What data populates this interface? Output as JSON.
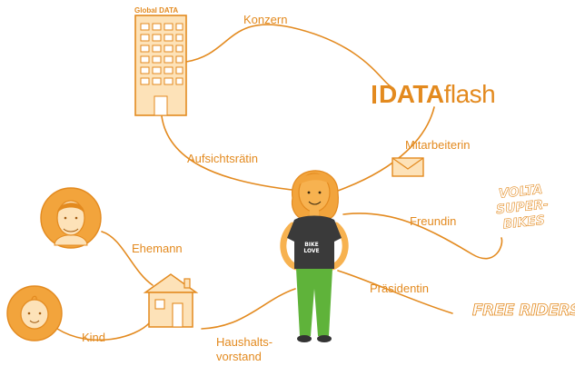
{
  "colors": {
    "accent": "#e38a1f",
    "light_fill": "#fde2b8",
    "face_fill": "#f7b250",
    "hair": "#f2a43c",
    "shirt": "#3a3a3a",
    "pants": "#5fb33a",
    "line": "#e38a1f"
  },
  "logos": {
    "global_data": "Global DATA",
    "dataflash_a": "DATA",
    "dataflash_b": "flash",
    "volta": [
      "VOLTA",
      "SUPER-",
      "BIKES"
    ],
    "free_riders": "FREE RIDERS"
  },
  "shirt_print": [
    "BIKE",
    "LOVE"
  ],
  "relations": {
    "konzern": "Konzern",
    "aufsichtsraetin": "Aufsichtsrätin",
    "mitarbeiterin": "Mitarbeiterin",
    "freundin": "Freundin",
    "ehemann": "Ehemann",
    "praesidentin": "Präsidentin",
    "kind": "Kind",
    "haushaltsvorstand_1": "Haushalts-",
    "haushaltsvorstand_2": "vorstand"
  },
  "icons": {
    "office": "office-building-icon",
    "email": "envelope-icon",
    "house": "house-icon",
    "husband": "man-avatar-icon",
    "child": "child-avatar-icon",
    "woman": "woman-figure-icon"
  }
}
